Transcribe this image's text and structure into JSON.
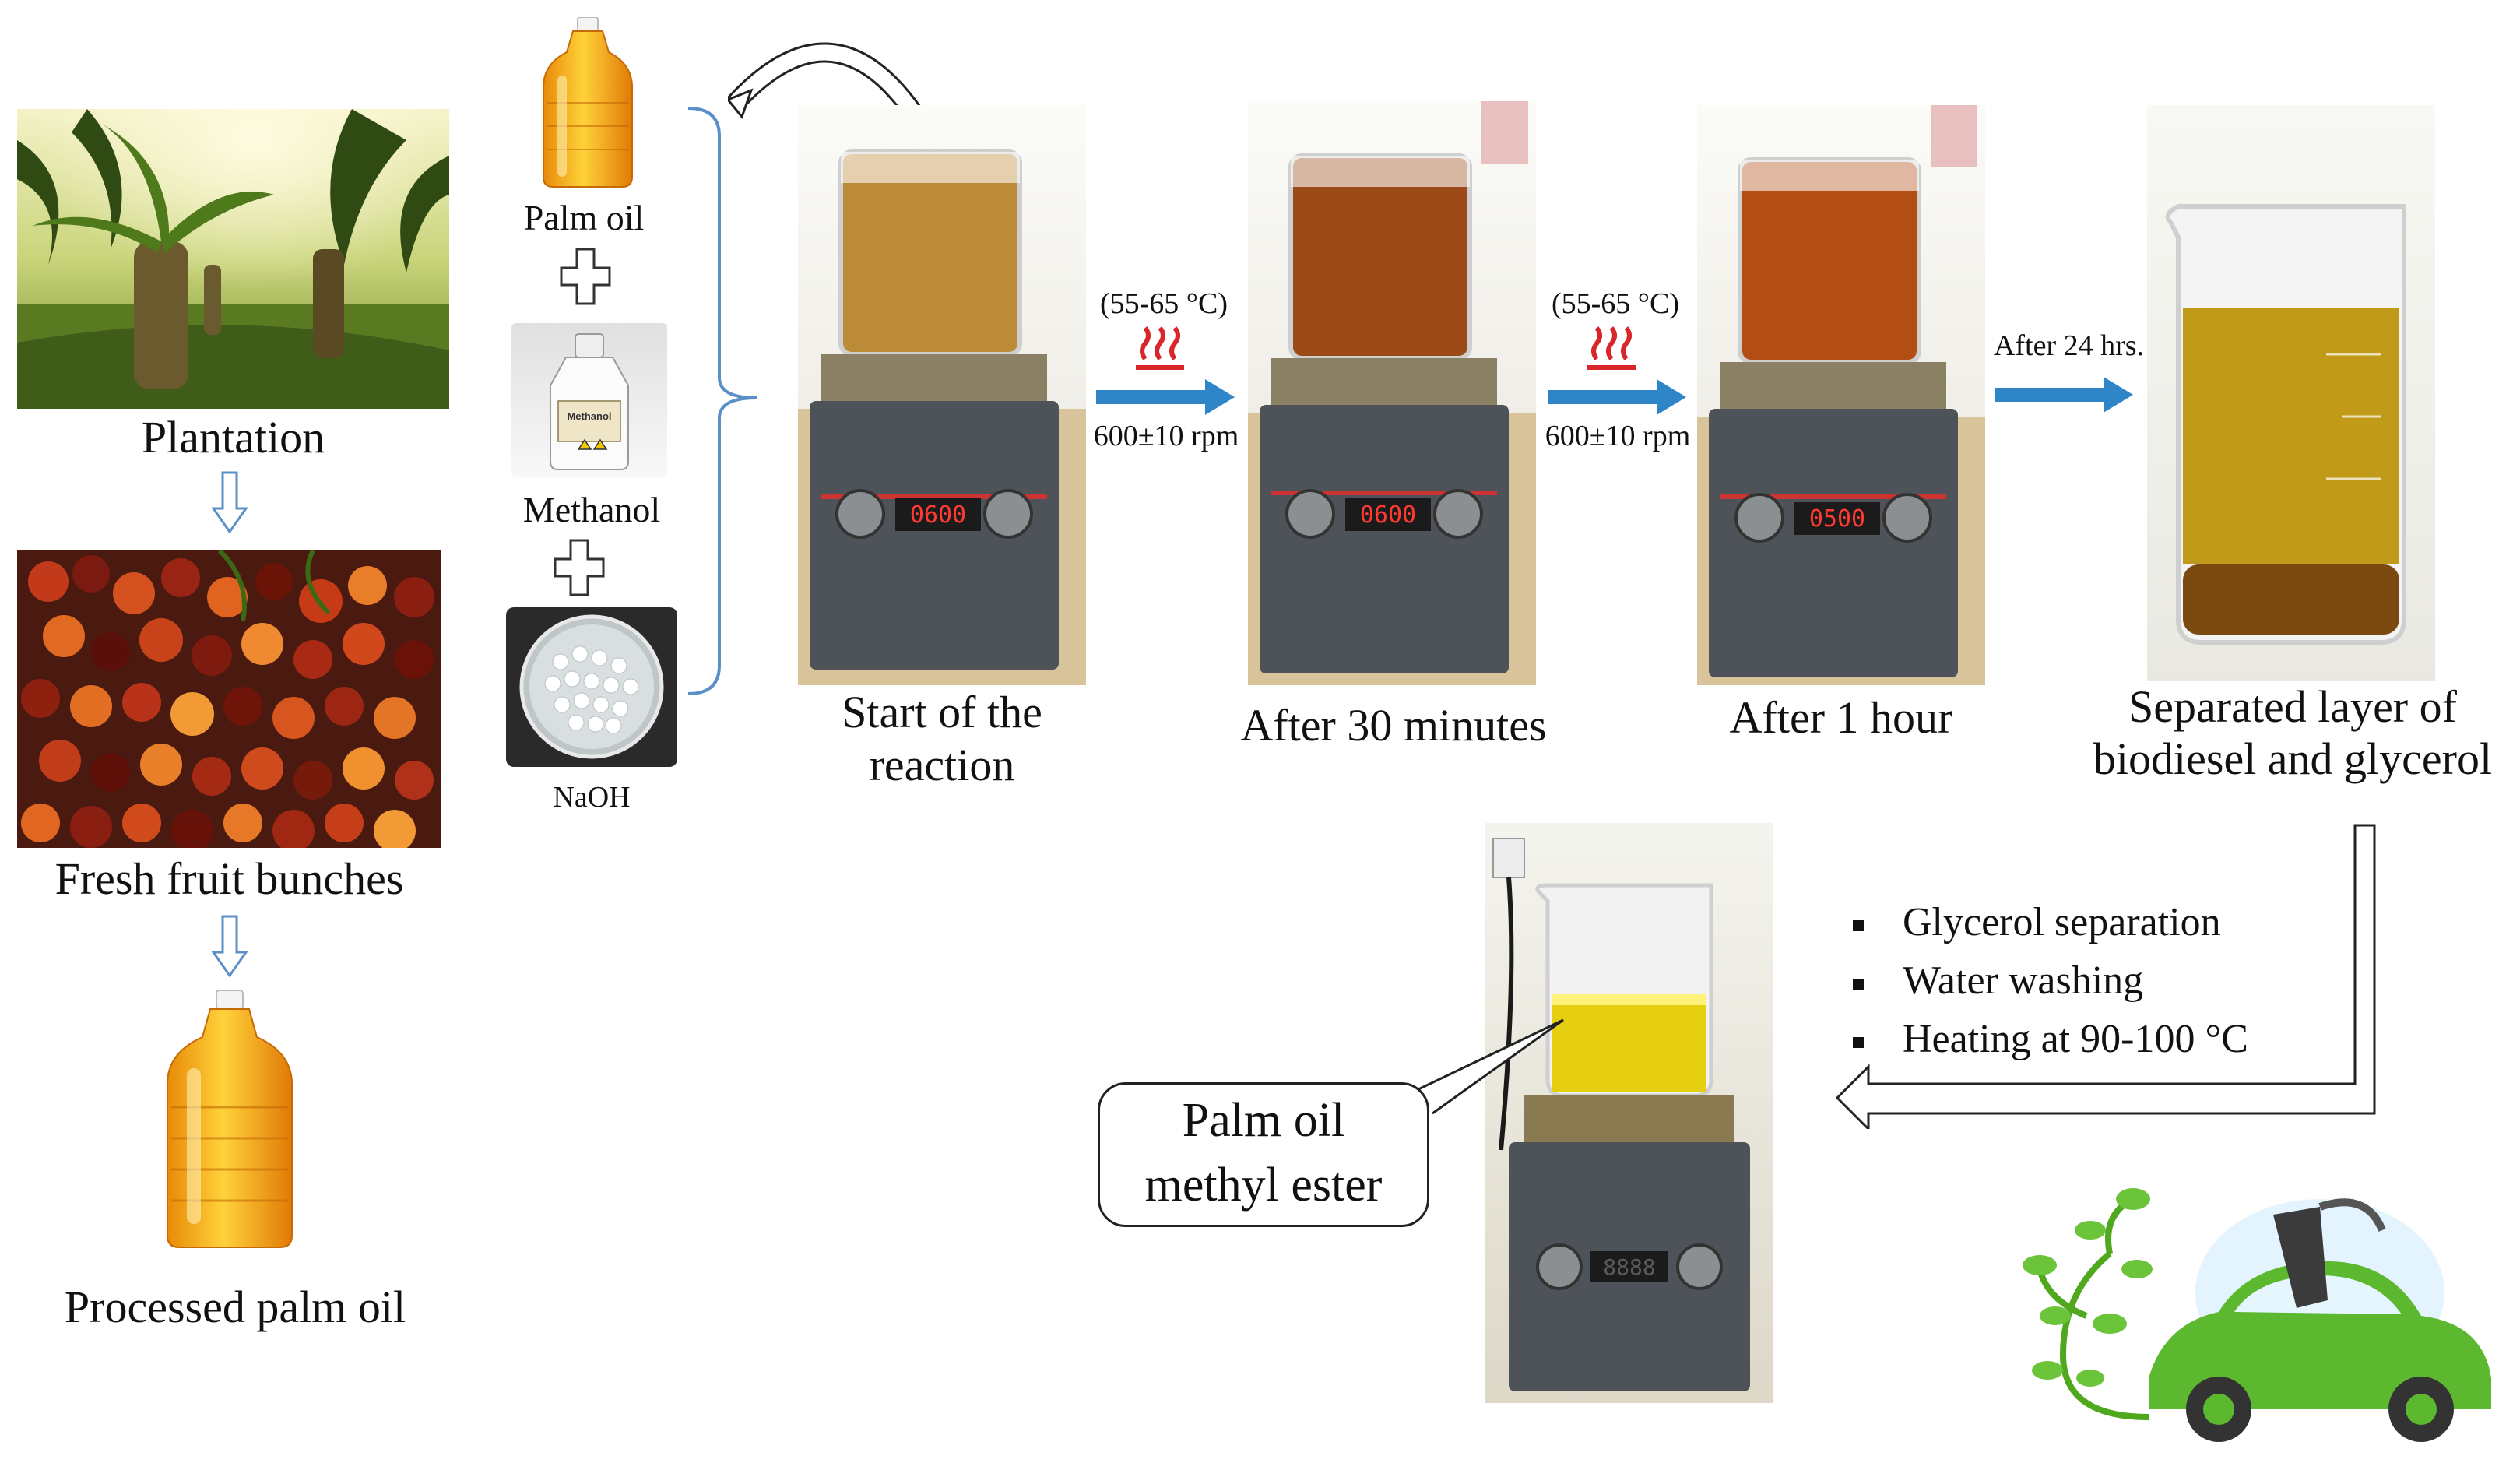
{
  "ingredients": {
    "palm_oil": "Palm oil",
    "methanol": "Methanol",
    "naoh": "NaOH",
    "bottle_label": "Methanol"
  },
  "source_chain": {
    "plantation": "Plantation",
    "fresh_fruit": "Fresh fruit bunches",
    "processed": "Processed palm oil"
  },
  "stages": [
    {
      "label_line1": "Start of the",
      "label_line2": "reaction",
      "display": "0600"
    },
    {
      "label_line1": "After 30 minutes",
      "label_line2": "",
      "display": "0600"
    },
    {
      "label_line1": "After 1 hour",
      "label_line2": "",
      "display": "0500"
    },
    {
      "label_line1": "Separated layer of",
      "label_line2": "biodiesel and glycerol",
      "display": ""
    }
  ],
  "conditions": {
    "temp1": "(55-65 °C)",
    "rpm1": "600±10 rpm",
    "temp2": "(55-65 °C)",
    "rpm2": "600±10 rpm",
    "wait": "After 24 hrs."
  },
  "post_steps": [
    "Glycerol separation",
    "Water washing",
    "Heating at 90-100 °C"
  ],
  "final_product": {
    "line1": "Palm oil",
    "line2": "methyl ester",
    "display": "8888"
  },
  "colors": {
    "arrow_blue": "#2e86c8",
    "heat_red": "#d8262a",
    "bracket": "#5b8fc7",
    "car_green": "#5cb82e"
  }
}
